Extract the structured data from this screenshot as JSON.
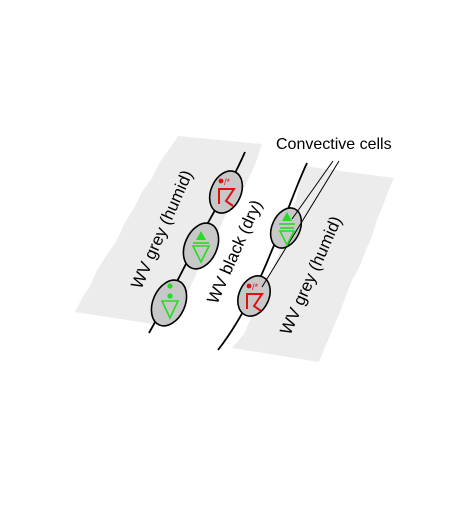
{
  "labels": {
    "left_band": "WV grey (humid)",
    "middle_band": "WV black (dry)",
    "right_band": "WV grey (humid)",
    "callout": "Convective cells"
  },
  "colors": {
    "humid_band": "#ececec",
    "cell_fill": "#c8c8c8",
    "line": "#000000",
    "green_symbol": "#22dd22",
    "red_symbol": "#e01010"
  },
  "cells": [
    {
      "band": "left",
      "symbol": "showers-of-rain"
    },
    {
      "band": "left",
      "symbol": "showers-of-hail"
    },
    {
      "band": "left",
      "symbol": "thunderstorm-with-rain-or-snow"
    },
    {
      "band": "right",
      "symbol": "showers-of-hail"
    },
    {
      "band": "right",
      "symbol": "thunderstorm-with-rain-or-snow"
    }
  ]
}
